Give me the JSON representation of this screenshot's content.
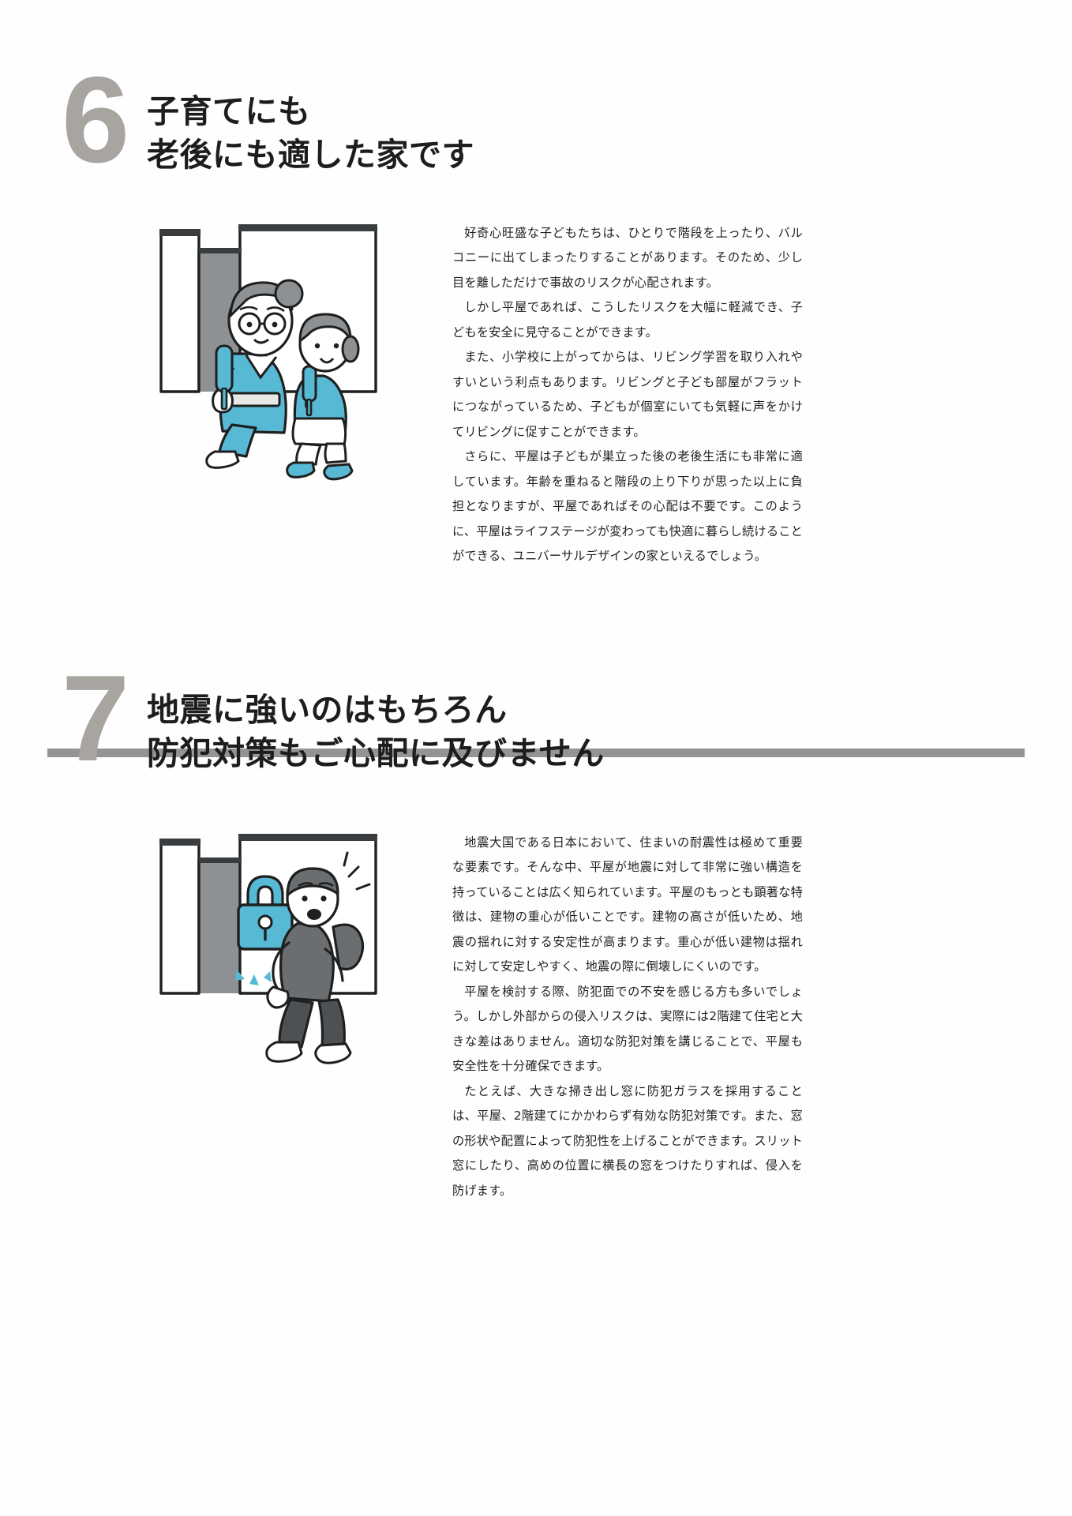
{
  "page": {
    "background_color": "#ffffff",
    "divider_color": "#949494",
    "number_color": "#a8a5a1",
    "heading_color": "#1d1d1d",
    "body_color": "#1f1f1f",
    "illustration_accent_color": "#57b9d4"
  },
  "sections": [
    {
      "number": "6",
      "title": "子育てにも\n老後にも適した家です",
      "illustration_name": "grandmother-and-child-in-flat-house",
      "paragraphs": [
        "好奇心旺盛な子どもたちは、ひとりで階段を上ったり、バルコニーに出てしまったりすることがあります。そのため、少し目を離しただけで事故のリスクが心配されます。",
        "しかし平屋であれば、こうしたリスクを大幅に軽減でき、子どもを安全に見守ることができます。",
        "また、小学校に上がってからは、リビング学習を取り入れやすいという利点もあります。リビングと子ども部屋がフラットにつながっているため、子どもが個室にいても気軽に声をかけてリビングに促すことができます。",
        "さらに、平屋は子どもが巣立った後の老後生活にも非常に適しています。年齢を重ねると階段の上り下りが思った以上に負担となりますが、平屋であればその心配は不要です。このように、平屋はライフステージが変わっても快適に暮らし続けることができる、ユニバーサルデザインの家といえるでしょう。"
      ]
    },
    {
      "number": "7",
      "title": "地震に強いのはもちろん\n防犯対策もご心配に及びません",
      "illustration_name": "burglar-fleeing-from-locked-house",
      "paragraphs": [
        "地震大国である日本において、住まいの耐震性は極めて重要な要素です。そんな中、平屋が地震に対して非常に強い構造を持っていることは広く知られています。平屋のもっとも顕著な特徴は、建物の重心が低いことです。建物の高さが低いため、地震の揺れに対する安定性が高まります。重心が低い建物は揺れに対して安定しやすく、地震の際に倒壊しにくいのです。",
        "平屋を検討する際、防犯面での不安を感じる方も多いでしょう。しかし外部からの侵入リスクは、実際には2階建て住宅と大きな差はありません。適切な防犯対策を講じることで、平屋も安全性を十分確保できます。",
        "たとえば、大きな掃き出し窓に防犯ガラスを採用することは、平屋、2階建てにかかわらず有効な防犯対策です。また、窓の形状や配置によって防犯性を上げることができます。スリット窓にしたり、高めの位置に横長の窓をつけたりすれば、侵入を防げます。"
      ]
    }
  ]
}
